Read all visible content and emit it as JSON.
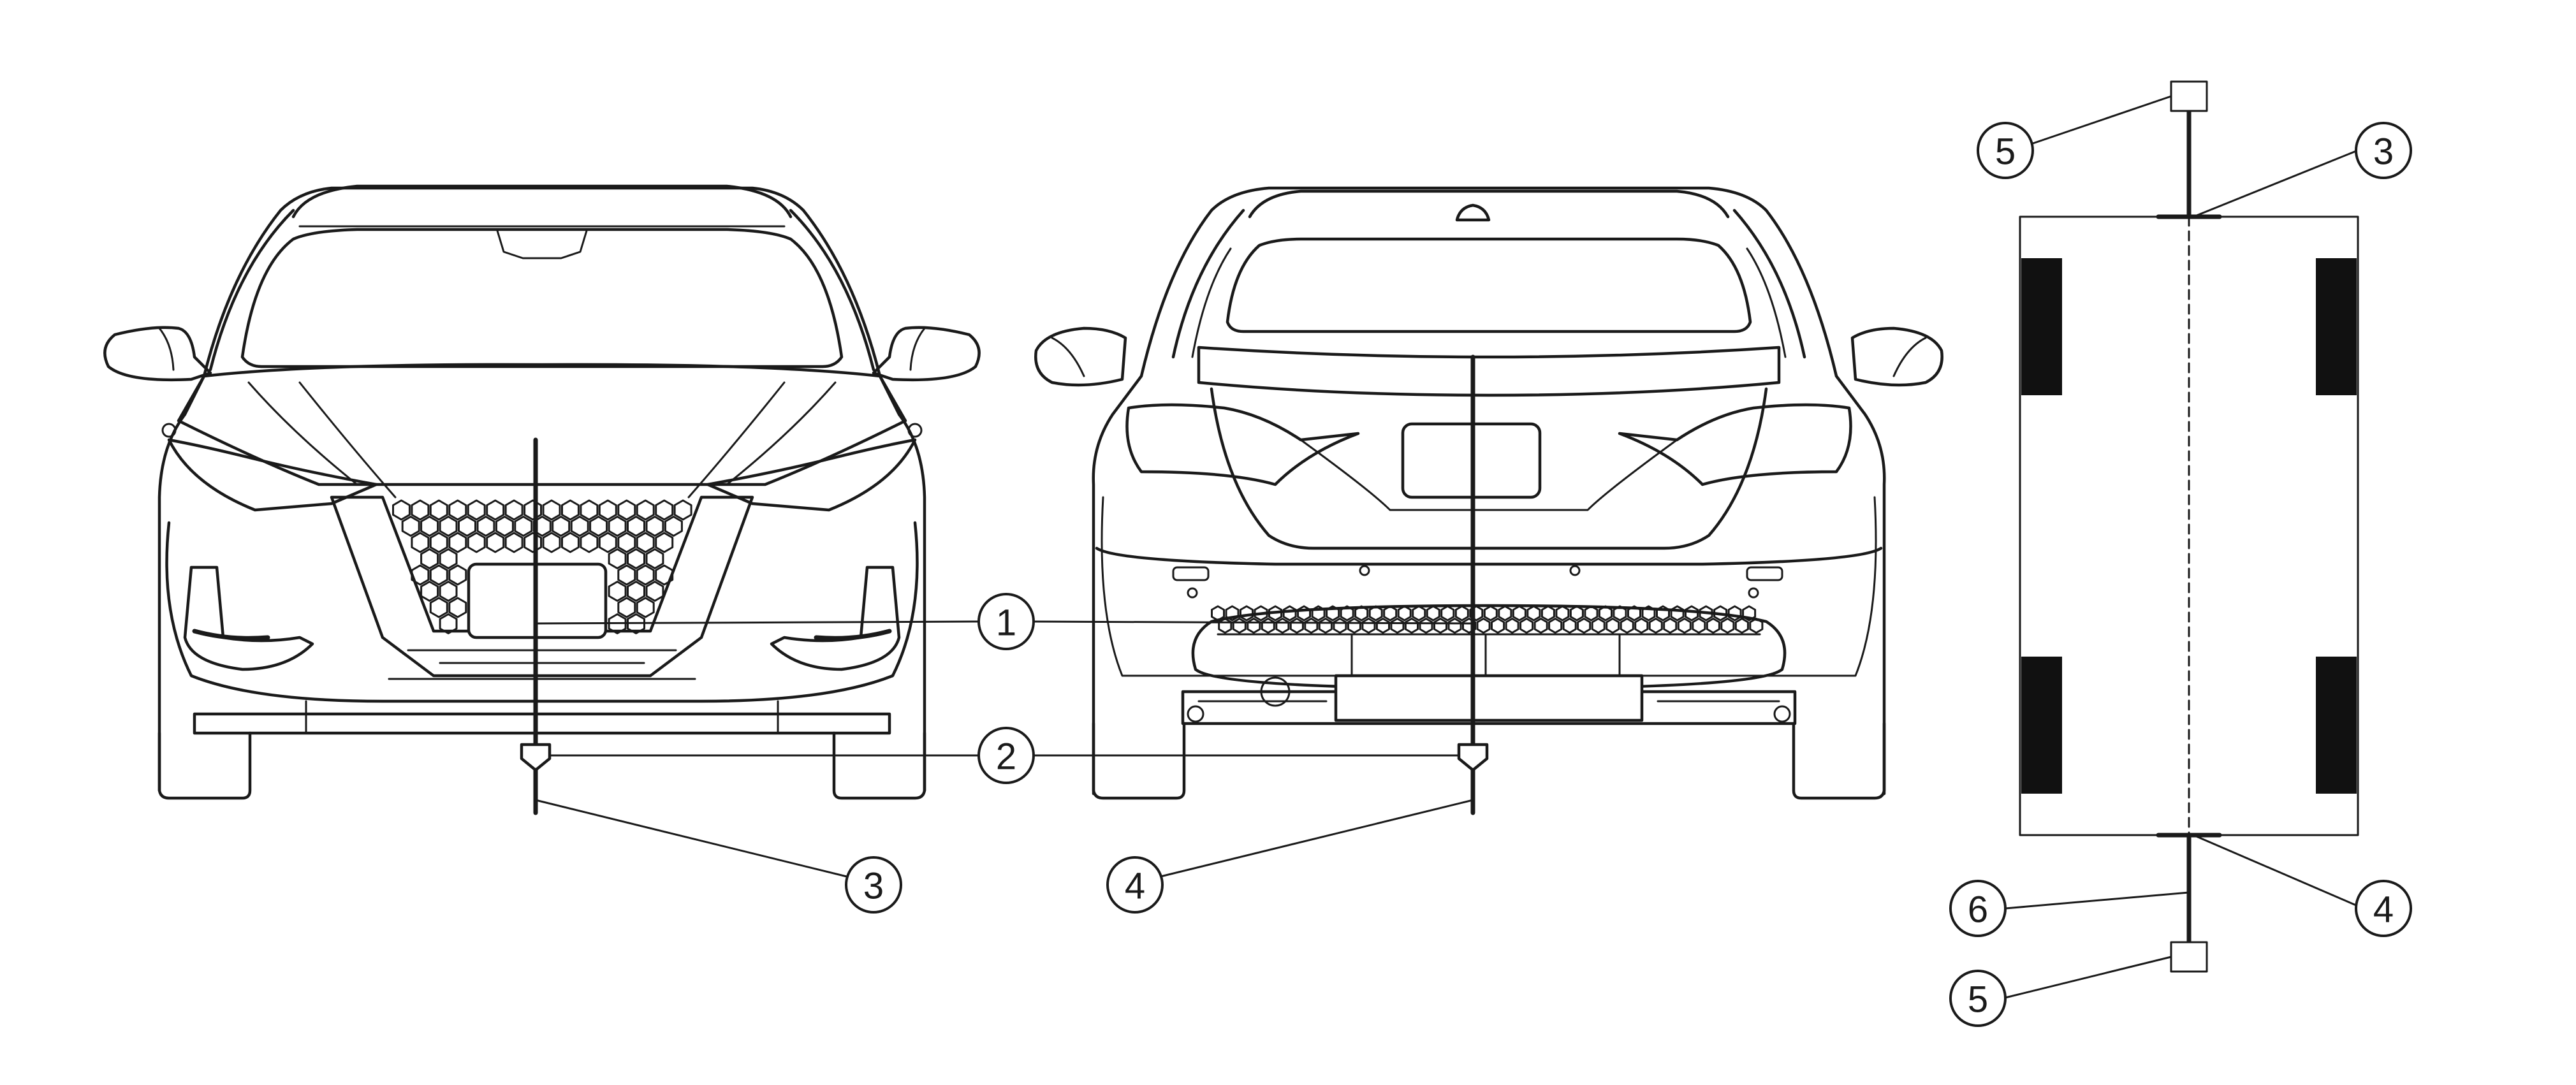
{
  "callouts": {
    "front_3": "3",
    "front_rear_1": "1",
    "front_rear_2": "2",
    "rear_4": "4",
    "top_5_upper": "5",
    "top_3": "3",
    "top_6": "6",
    "top_4": "4",
    "top_5_lower": "5"
  },
  "colors": {
    "line": "#1a1a1a",
    "background": "#ffffff",
    "tire": "#111111"
  },
  "icons": [
    "plumb-bob-icon",
    "target-stand-icon"
  ]
}
